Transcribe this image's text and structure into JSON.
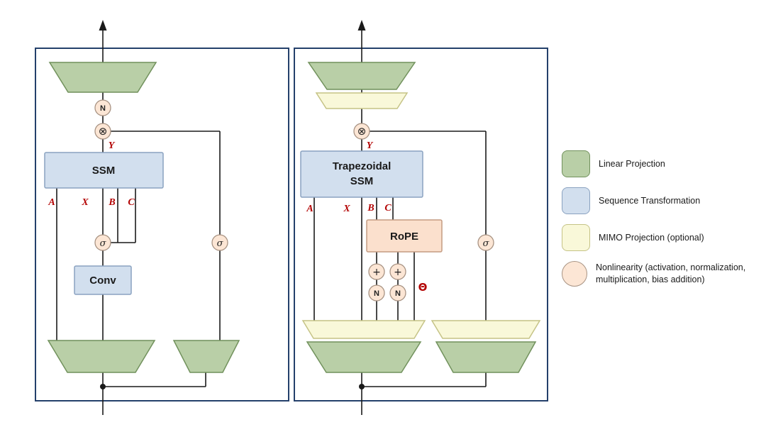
{
  "left_block": {
    "ssm_label": "SSM",
    "conv_label": "Conv",
    "y_label": "Y",
    "a_label": "A",
    "x_label": "X",
    "b_label": "B",
    "c_label": "C"
  },
  "right_block": {
    "ssm_label_line1": "Trapezoidal",
    "ssm_label_line2": "SSM",
    "rope_label": "RoPE",
    "y_label": "Y",
    "a_label": "A",
    "x_label": "X",
    "b_label": "B",
    "c_label": "C",
    "theta_label": "Θ"
  },
  "symbols": {
    "norm": "N",
    "multiply": "⊗",
    "sigma": "σ",
    "plus": "+"
  },
  "legend": {
    "items": [
      {
        "swatch": "green-rect",
        "label": "Linear Projection"
      },
      {
        "swatch": "blue-rect",
        "label": "Sequence Transformation"
      },
      {
        "swatch": "yellow-rect",
        "label": "MIMO Projection (optional)"
      },
      {
        "swatch": "peach-circle",
        "label": "Nonlinearity (activation, normalization, multiplication, bias addition)"
      }
    ]
  },
  "colors": {
    "linear_projection_green": "#b9cfa7",
    "sequence_transformation_blue": "#d2dfee",
    "mimo_projection_yellow": "#f9f8d9",
    "nonlinearity_peach": "#fce6d5",
    "rope_peach": "#fbe0cd",
    "frame_navy": "#24406b",
    "signal_label_red": "#b30303"
  }
}
